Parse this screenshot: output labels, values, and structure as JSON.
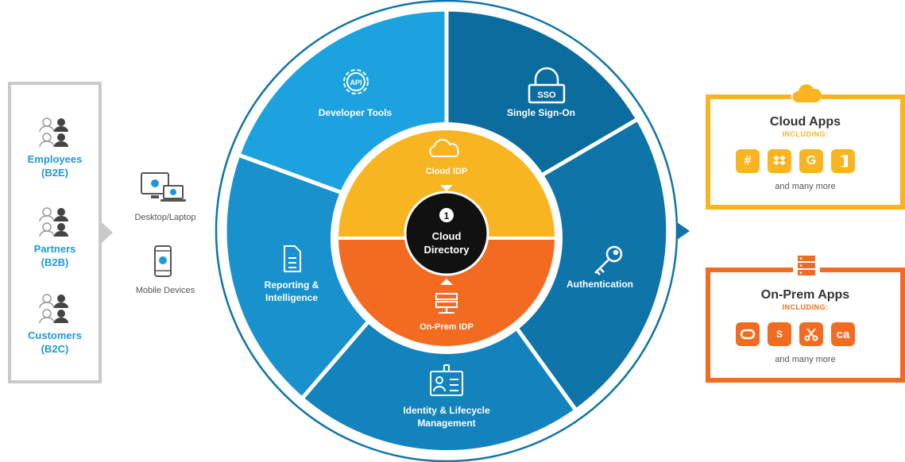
{
  "users": {
    "employees": [
      "Employees",
      "(B2E)"
    ],
    "partners": [
      "Partners",
      "(B2B)"
    ],
    "customers": [
      "Customers",
      "(B2C)"
    ]
  },
  "devices": {
    "desktop": "Desktop/Laptop",
    "mobile": "Mobile Devices"
  },
  "wheel": {
    "segments": {
      "developer_tools": "Developer Tools",
      "single_sign_on": "Single Sign-On",
      "authentication": "Authentication",
      "identity_line1": "Identity & Lifecycle",
      "identity_line2": "Management",
      "reporting_line1": "Reporting &",
      "reporting_line2": "Intelligence"
    },
    "api_icon_text": "API",
    "sso_icon_text": "SSO",
    "cloud_idp": "Cloud IDP",
    "onprem_idp": "On-Prem IDP",
    "center_line1": "Cloud",
    "center_line2": "Directory"
  },
  "cloud_apps": {
    "title": "Cloud Apps",
    "subtitle": "INCLUDING:",
    "more": "and many more",
    "tiles": [
      "#",
      "",
      "G",
      ""
    ]
  },
  "onprem_apps": {
    "title": "On-Prem Apps",
    "subtitle": "INCLUDING:",
    "more": "and many more",
    "tiles": [
      "",
      "S",
      "",
      "ca"
    ]
  },
  "colors": {
    "light_blue": "#1ca3df",
    "mid_blue": "#1383bd",
    "dark_blue": "#0d6c9e",
    "yellow": "#f8b421",
    "orange": "#f36b21",
    "gray": "#c9c9c9"
  }
}
